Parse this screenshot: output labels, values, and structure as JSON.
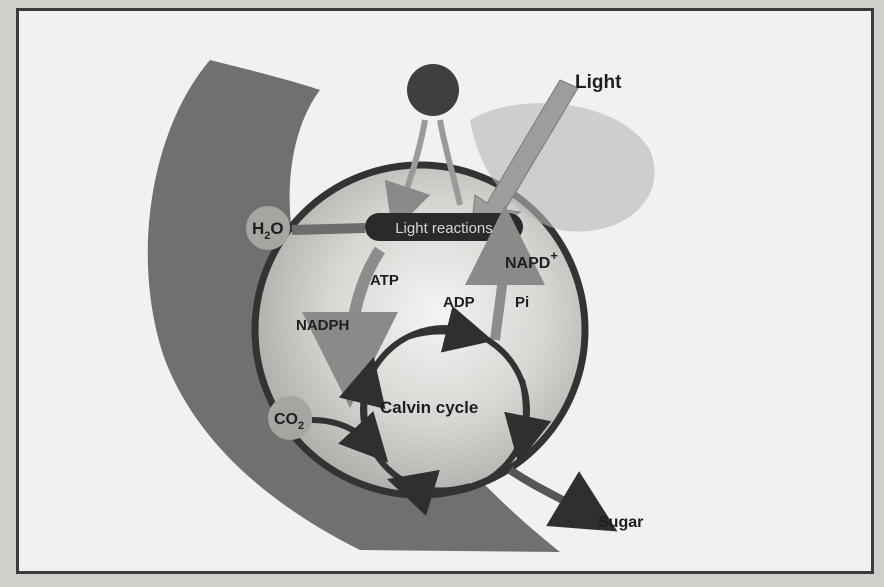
{
  "labels": {
    "light": "Light",
    "h2o": "H",
    "h2o_sub": "2",
    "h2o_end": "O",
    "light_reactions": "Light reactions",
    "atp": "ATP",
    "napd": "NAPD",
    "napd_sup": "+",
    "adp": "ADP",
    "pi": "Pi",
    "nadph": "NADPH",
    "co2": "CO",
    "co2_sub": "2",
    "calvin_cycle": "Calvin cycle",
    "sugar": "Sugar"
  },
  "colors": {
    "outer_leaf": "#6e6e6e",
    "chloroplast_fill": "#c9c9c6",
    "ring": "#3a3a3a",
    "sun": "#3f3f3f",
    "light_arrow": "#9a9a98",
    "light_reactions_pill": "#2a2a2a"
  }
}
